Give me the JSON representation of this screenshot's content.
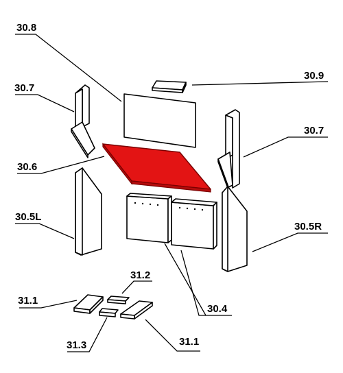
{
  "labels": {
    "l_30_8": "30.8",
    "l_30_9": "30.9",
    "l_30_7_left": "30.7",
    "l_30_7_right": "30.7",
    "l_30_6": "30.6",
    "l_30_5L": "30.5L",
    "l_30_5R": "30.5R",
    "l_30_4": "30.4",
    "l_31_2": "31.2",
    "l_31_1_left": "31.1",
    "l_31_1_right": "31.1",
    "l_31_3": "31.3"
  },
  "colors": {
    "highlight_part": "#e31414",
    "lines": "#000000"
  }
}
